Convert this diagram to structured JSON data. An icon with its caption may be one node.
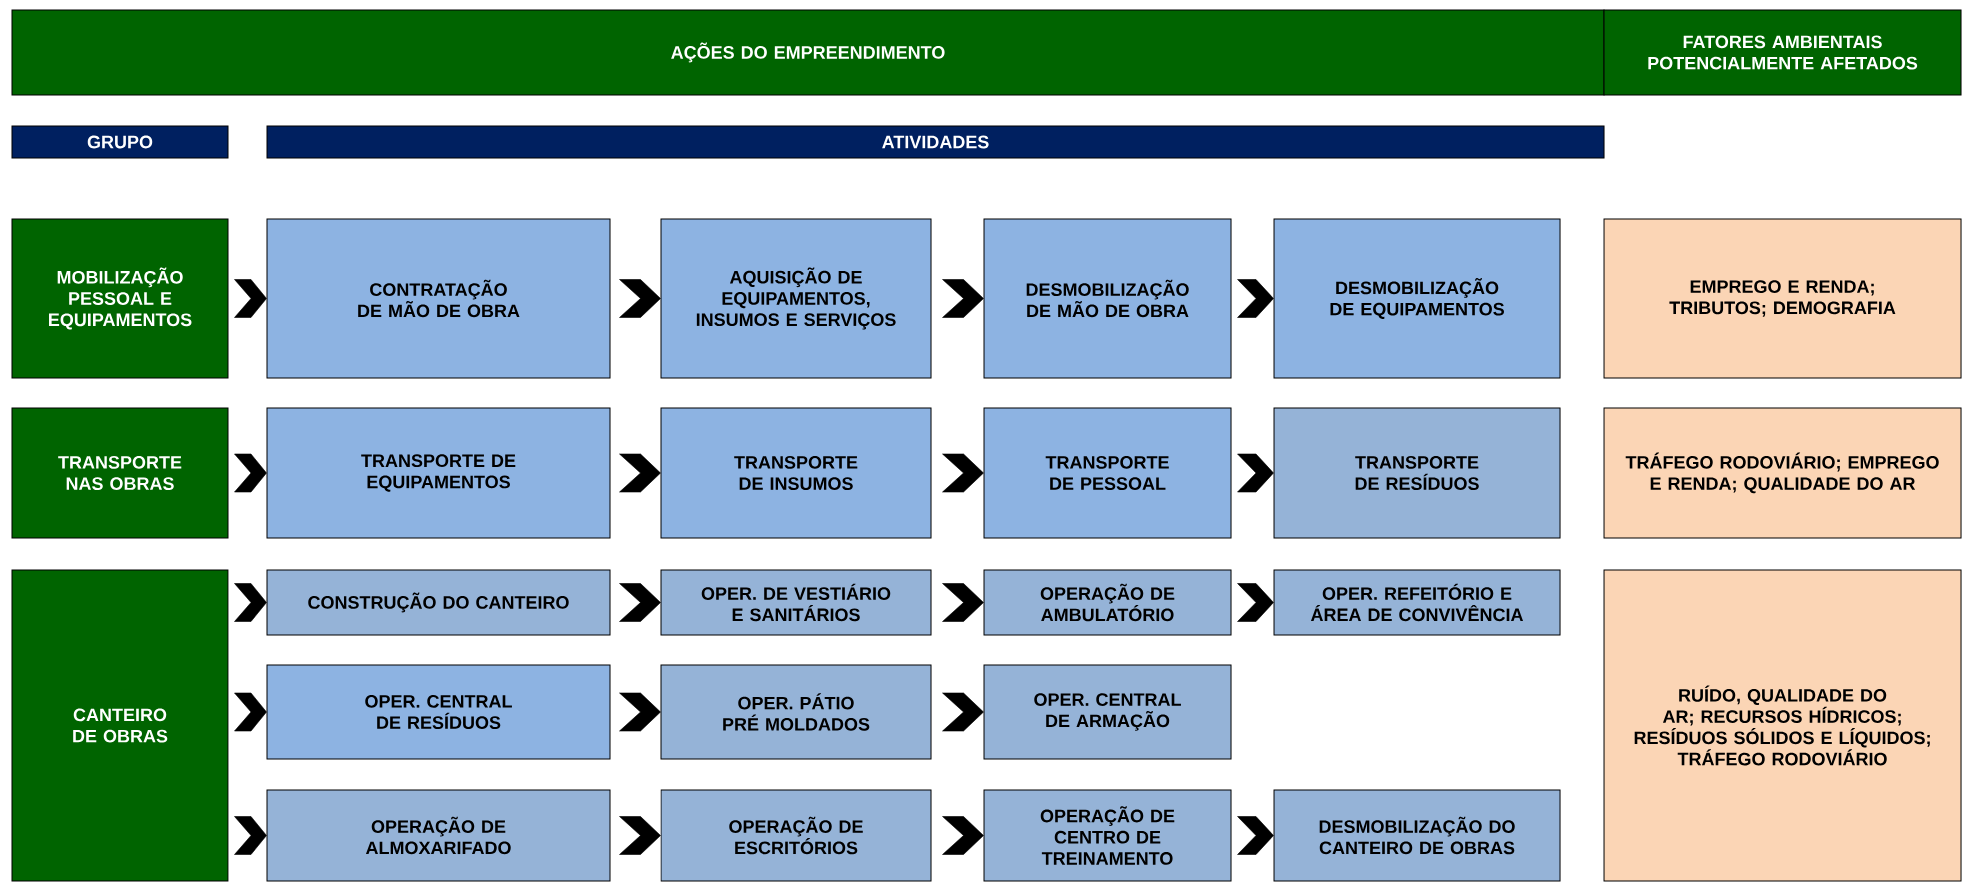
{
  "diagram": {
    "nodes": [
      {
        "text": [
          "AÇÕES DO EMPREENDIMENTO"
        ]
      },
      {
        "text": [
          "FATORES AMBIENTAIS POTENCIALMENTE AFETADOS"
        ]
      },
      {
        "text": [
          "GRUPO"
        ]
      },
      {
        "text": [
          "ATIVIDADES"
        ]
      },
      {
        "text": [
          "MOBILIZAÇÃO PESSOAL E EQUIPAMENTOS"
        ]
      },
      {
        "text": [
          "CONTRATAÇÃO DE MÃO DE OBRA"
        ]
      },
      {
        "text": [
          "AQUISIÇÃO DE EQUIPAMENTOS, INSUMOS E SERVIÇOS"
        ]
      },
      {
        "text": [
          "DESMOBILIZAÇÃO DE MÃO DE OBRA"
        ]
      },
      {
        "text": [
          "DESMOBILIZAÇÃO DE EQUIPAMENTOS"
        ]
      },
      {
        "text": [
          "EMPREGO E RENDA; TRIBUTOS; DEMOGRAFIA"
        ]
      },
      {
        "text": [
          "TRANSPORTE NAS OBRAS"
        ]
      },
      {
        "text": [
          "TRANSPORTE DE EQUIPAMENTOS"
        ]
      },
      {
        "text": [
          "TRANSPORTE DE INSUMOS"
        ]
      },
      {
        "text": [
          "TRANSPORTE DE PESSOAL"
        ]
      },
      {
        "text": [
          "TRANSPORTE DE RESÍDUOS"
        ]
      },
      {
        "text": [
          "TRÁFEGO RODOVIÁRIO; EMPREGO E RENDA; QUALIDADE DO AR"
        ]
      },
      {
        "text": [
          "CANTEIRO DE OBRAS"
        ]
      },
      {
        "text": [
          "CONSTRUÇÃO DO CANTEIRO"
        ]
      },
      {
        "text": [
          "OPER. DE VESTIÁRIO E SANITÁRIOS"
        ]
      },
      {
        "text": [
          "OPERAÇÃO DE AMBULATÓRIO"
        ]
      },
      {
        "text": [
          "OPER. REFEITÓRIO E ÁREA DE CONVIVÊNCIA"
        ]
      },
      {
        "text": [
          "OPER. CENTRAL DE RESÍDUOS"
        ]
      },
      {
        "text": [
          "OPER. PÁTIO PRÉ MOLDADOS"
        ]
      },
      {
        "text": [
          "OPER. CENTRAL DE ARMAÇÃO"
        ]
      },
      {
        "text": [
          "OPERAÇÃO DE ALMOXARIFADO"
        ]
      },
      {
        "text": [
          "OPERAÇÃO DE ESCRITÓRIOS"
        ]
      },
      {
        "text": [
          "OPERAÇÃO DE CENTRO DE TREINAMENTO"
        ]
      },
      {
        "text": [
          "DESMOBILIZAÇÃO DO CANTEIRO DE OBRAS"
        ]
      },
      {
        "text": [
          "RUÍDO, QUALIDADE DO AR; RECURSOS HÍDRICOS; RESÍDUOS SÓLIDOS E LÍQUIDOS; TRÁFEGO RODOVIÁRIO"
        ]
      }
    ],
    "edges": [
      {
        "from": 4,
        "to": 5,
        "arrow": "to"
      },
      {
        "from": 5,
        "to": 6,
        "arrow": "to"
      },
      {
        "from": 6,
        "to": 7,
        "arrow": "to"
      },
      {
        "from": 7,
        "to": 8,
        "arrow": "to"
      },
      {
        "from": 10,
        "to": 11,
        "arrow": "to"
      },
      {
        "from": 11,
        "to": 12,
        "arrow": "to"
      },
      {
        "from": 12,
        "to": 13,
        "arrow": "to"
      },
      {
        "from": 13,
        "to": 14,
        "arrow": "to"
      },
      {
        "from": 16,
        "to": 17,
        "arrow": "to"
      },
      {
        "from": 17,
        "to": 18,
        "arrow": "to"
      },
      {
        "from": 18,
        "to": 19,
        "arrow": "to"
      },
      {
        "from": 19,
        "to": 20,
        "arrow": "to"
      },
      {
        "from": 16,
        "to": 21,
        "arrow": "to"
      },
      {
        "from": 21,
        "to": 22,
        "arrow": "to"
      },
      {
        "from": 22,
        "to": 23,
        "arrow": "to"
      },
      {
        "from": 16,
        "to": 24,
        "arrow": "to"
      },
      {
        "from": 24,
        "to": 25,
        "arrow": "to"
      },
      {
        "from": 25,
        "to": 26,
        "arrow": "to"
      },
      {
        "from": 26,
        "to": 27,
        "arrow": "to"
      }
    ]
  }
}
